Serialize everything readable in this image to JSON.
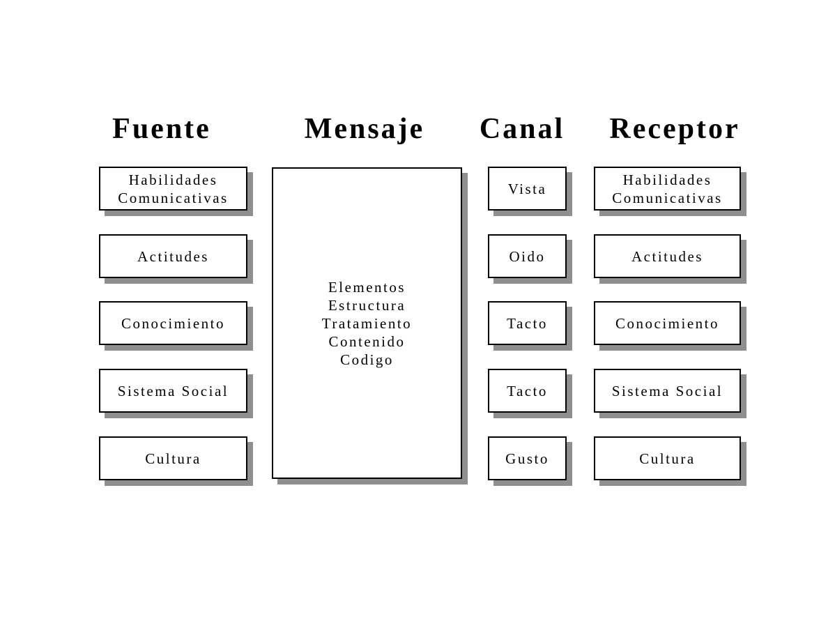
{
  "fuente": {
    "header": "Fuente",
    "items": [
      "Habilidades Comunicativas",
      "Actitudes",
      "Conocimiento",
      "Sistema Social",
      "Cultura"
    ]
  },
  "mensaje": {
    "header": "Mensaje",
    "lines": [
      "Elementos",
      "Estructura",
      "Tratamiento",
      "Contenido",
      "Codigo"
    ]
  },
  "canal": {
    "header": "Canal",
    "items": [
      "Vista",
      "Oido",
      "Tacto",
      "Tacto",
      "Gusto"
    ]
  },
  "receptor": {
    "header": "Receptor",
    "items": [
      "Habilidades Comunicativas",
      "Actitudes",
      "Conocimiento",
      "Sistema Social",
      "Cultura"
    ]
  },
  "colors": {
    "box_border": "#000000",
    "box_shadow": "#8f8f8f",
    "background": "#ffffff",
    "text": "#000000"
  }
}
